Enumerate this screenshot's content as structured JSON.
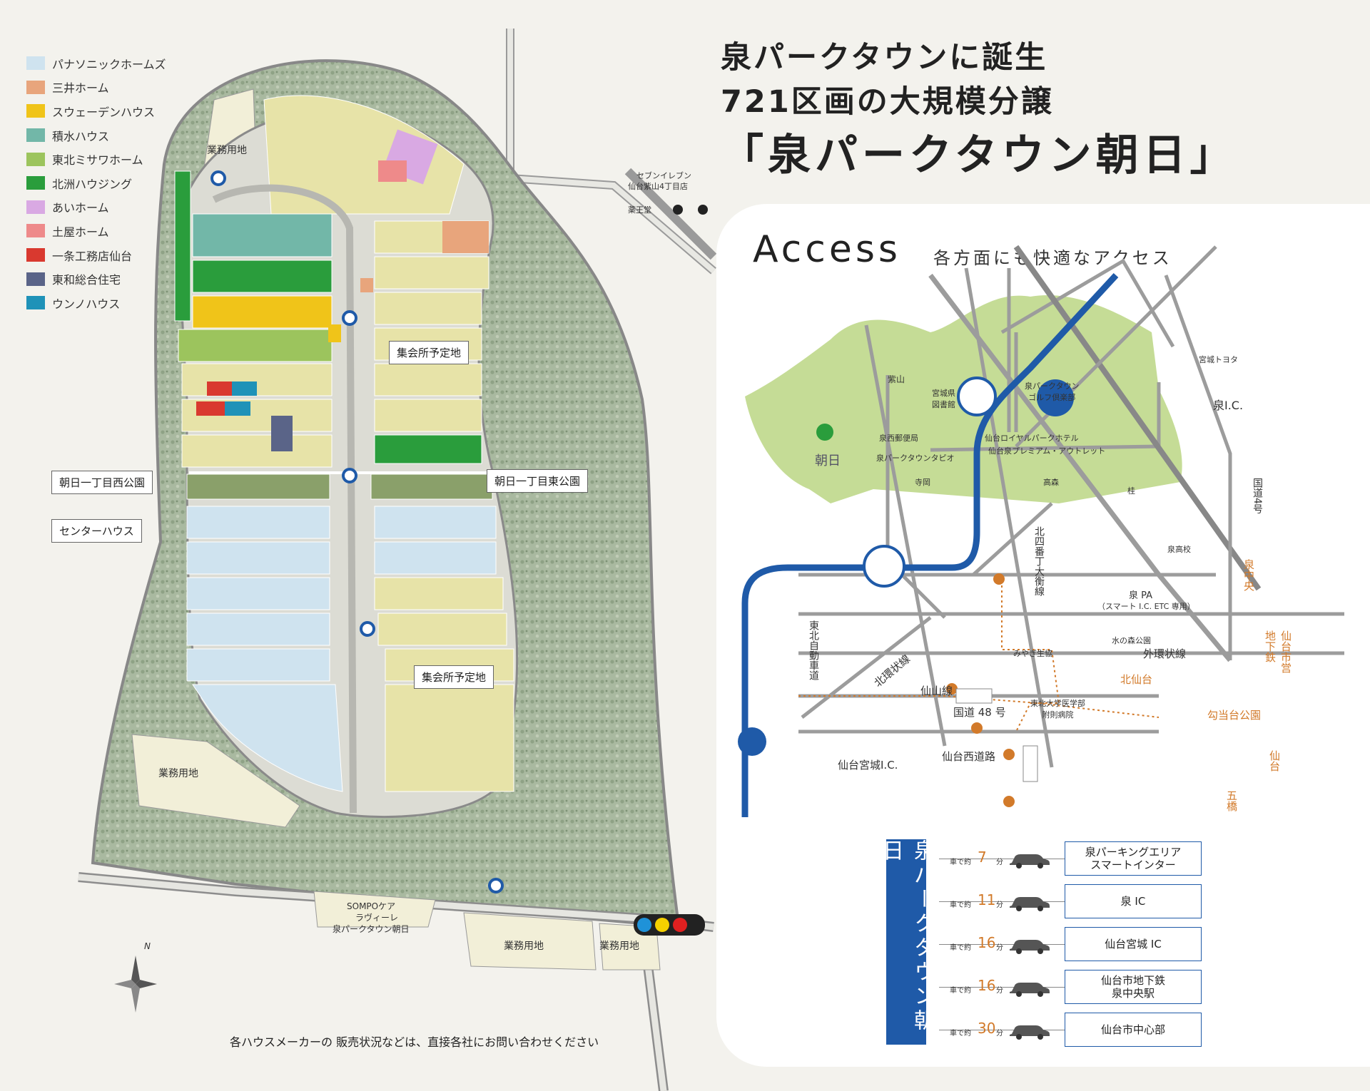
{
  "legend": [
    {
      "label": "パナソニックホームズ",
      "color": "#cfe3ef"
    },
    {
      "label": "三井ホーム",
      "color": "#e8a57c"
    },
    {
      "label": "スウェーデンハウス",
      "color": "#f0c419"
    },
    {
      "label": "積水ハウス",
      "color": "#72b7a8"
    },
    {
      "label": "東北ミサワホーム",
      "color": "#9cc45d"
    },
    {
      "label": "北洲ハウジング",
      "color": "#2a9d3c"
    },
    {
      "label": "あいホーム",
      "color": "#d9a9e3"
    },
    {
      "label": "土屋ホーム",
      "color": "#ee8a8a"
    },
    {
      "label": "一条工務店仙台",
      "color": "#d9392f"
    },
    {
      "label": "東和総合住宅",
      "color": "#5a6488"
    },
    {
      "label": "ウンノハウス",
      "color": "#1f92b8"
    }
  ],
  "headline": {
    "line1": "泉パークタウンに誕生",
    "line2": "721区画の大規模分譲",
    "line3": "「泉パークタウン朝日」"
  },
  "site_labels": {
    "gyomu_top": "業務用地",
    "gyomu_left": "業務用地",
    "gyomu_bottom1": "業務用地",
    "gyomu_bottom2": "業務用地",
    "sompo_1": "SOMPOケア",
    "sompo_2": "ラヴィーレ",
    "sompo_3": "泉パークタウン朝日",
    "seven_1": "セブンイレブン",
    "seven_2": "仙台紫山4丁目店",
    "yakuoudo": "薬王堂",
    "north": "N"
  },
  "callouts": {
    "shukai1": "集会所予定地",
    "shukai2": "集会所予定地",
    "park_west": "朝日一丁目西公園",
    "park_east": "朝日一丁目東公園",
    "center": "センターハウス"
  },
  "access": {
    "title": "Access",
    "subtitle": "各方面にも快適なアクセス",
    "labels": {
      "murasakiyama": "紫山",
      "library": "宮城県\n図書館",
      "golf": "泉パークタウン\nゴルフ倶楽部",
      "toyota": "宮城トヨタ",
      "izumi_ic": "泉I.C.",
      "post": "泉西郵便局",
      "hotel": "仙台ロイヤルパークホテル",
      "outlet": "仙台泉プレミアム・アウトレット",
      "tapio": "泉パークタウンタピオ",
      "teraoka": "寺岡",
      "takamori": "高森",
      "katsura": "桂",
      "asahi": "朝日",
      "route4": "国道4号",
      "kita4": "北四番丁大衡線",
      "izumi_hs": "泉高校",
      "izumi_chuo": "泉中央",
      "pa": "泉 PA",
      "pa_sub": "（スマート I.C. ETC 専用）",
      "tohoku_exp": "東北自動車道",
      "mizunomori": "水の森公園",
      "miyagi_kyo": "みやぎ生協",
      "gaikan": "外環状線",
      "kitakanjo": "北環状線",
      "senzan": "仙山線",
      "kitasendai": "北仙台",
      "subway": "地下鉄",
      "namboku": "仙台市営",
      "hospital": "東北大学医学部\n附則病院",
      "route48": "国道 48 号",
      "koutoudai": "勾当台公園",
      "sendai": "仙台",
      "sendai_miyagi_ic": "仙台宮城I.C.",
      "sendai_west": "仙台西道路",
      "itsutsubashi": "五橋"
    },
    "vertical_label": "泉パークタウン朝日",
    "times": [
      {
        "pre": "車で約",
        "mins": "7",
        "unit": "分",
        "dest": "泉パーキングエリア\nスマートインター"
      },
      {
        "pre": "車で約",
        "mins": "11",
        "unit": "分",
        "dest": "泉 IC"
      },
      {
        "pre": "車で約",
        "mins": "16",
        "unit": "分",
        "dest": "仙台宮城 IC"
      },
      {
        "pre": "車で約",
        "mins": "16",
        "unit": "分",
        "dest": "仙台市地下鉄\n泉中央駅"
      },
      {
        "pre": "車で約",
        "mins": "30",
        "unit": "分",
        "dest": "仙台市中心部"
      }
    ]
  },
  "footnote": "各ハウスメーカーの 販売状況などは、直接各社にお問い合わせください"
}
